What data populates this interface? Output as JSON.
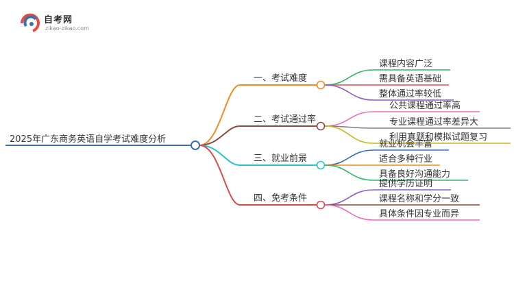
{
  "logo": {
    "name": "自考网",
    "url": "zikao-zikao.com"
  },
  "root": {
    "label": "2025年广东商务英语自学考试难度分析",
    "color": "#3a6fb0"
  },
  "branches": [
    {
      "label": "一、考试难度",
      "color": "#f08c1e",
      "leaves": [
        {
          "label": "课程内容广泛",
          "color": "#39b36a"
        },
        {
          "label": "需具备英语基础",
          "color": "#d9534f"
        },
        {
          "label": "整体通过率较低",
          "color": "#8e5bc2"
        }
      ]
    },
    {
      "label": "二、考试通过率",
      "color": "#8b4a3c",
      "leaves": [
        {
          "label": "公共课程通过率高",
          "color": "#e56fc1"
        },
        {
          "label": "专业课程通过率差异大",
          "color": "#7d7d7d"
        },
        {
          "label": "利用真题和模拟试题复习",
          "color": "#c9b51c"
        }
      ]
    },
    {
      "label": "三、就业前景",
      "color": "#2fc0cf",
      "leaves": [
        {
          "label": "就业机会丰富",
          "color": "#3a6fb0"
        },
        {
          "label": "适合多种行业",
          "color": "#f08c1e"
        },
        {
          "label": "具备良好沟通能力",
          "color": "#39b36a"
        }
      ]
    },
    {
      "label": "四、免考条件",
      "color": "#d64b4b",
      "leaves": [
        {
          "label": "提供学历证明",
          "color": "#8e5bc2"
        },
        {
          "label": "课程名称和学分一致",
          "color": "#8b4a3c"
        },
        {
          "label": "具体条件因专业而异",
          "color": "#e56fc1"
        }
      ]
    }
  ]
}
